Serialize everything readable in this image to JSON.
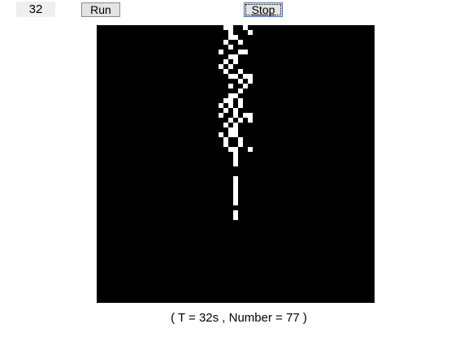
{
  "controls": {
    "counter_value": "32",
    "run_label": "Run",
    "stop_label": "Stop"
  },
  "simulation": {
    "grid_size": 57,
    "background_color": "#000000",
    "particle_color": "#ffffff",
    "particles": [
      [
        26,
        0
      ],
      [
        27,
        0
      ],
      [
        30,
        0
      ],
      [
        27,
        1
      ],
      [
        31,
        1
      ],
      [
        27,
        2
      ],
      [
        28,
        2
      ],
      [
        26,
        3
      ],
      [
        29,
        3
      ],
      [
        27,
        4
      ],
      [
        25,
        5
      ],
      [
        29,
        5
      ],
      [
        30,
        5
      ],
      [
        27,
        6
      ],
      [
        28,
        6
      ],
      [
        26,
        7
      ],
      [
        28,
        7
      ],
      [
        25,
        8
      ],
      [
        27,
        8
      ],
      [
        26,
        9
      ],
      [
        29,
        9
      ],
      [
        27,
        10
      ],
      [
        28,
        10
      ],
      [
        30,
        10
      ],
      [
        31,
        10
      ],
      [
        29,
        11
      ],
      [
        31,
        11
      ],
      [
        27,
        12
      ],
      [
        30,
        12
      ],
      [
        29,
        13
      ],
      [
        27,
        14
      ],
      [
        28,
        14
      ],
      [
        26,
        15
      ],
      [
        27,
        15
      ],
      [
        29,
        15
      ],
      [
        25,
        16
      ],
      [
        27,
        16
      ],
      [
        29,
        16
      ],
      [
        26,
        17
      ],
      [
        28,
        17
      ],
      [
        25,
        18
      ],
      [
        28,
        18
      ],
      [
        30,
        18
      ],
      [
        31,
        18
      ],
      [
        27,
        19
      ],
      [
        29,
        19
      ],
      [
        31,
        19
      ],
      [
        26,
        20
      ],
      [
        28,
        20
      ],
      [
        27,
        21
      ],
      [
        28,
        21
      ],
      [
        25,
        22
      ],
      [
        27,
        22
      ],
      [
        28,
        22
      ],
      [
        26,
        23
      ],
      [
        29,
        23
      ],
      [
        26,
        24
      ],
      [
        29,
        24
      ],
      [
        27,
        25
      ],
      [
        28,
        25
      ],
      [
        31,
        25
      ],
      [
        28,
        26
      ],
      [
        28,
        27
      ],
      [
        28,
        28
      ],
      [
        28,
        31
      ],
      [
        28,
        32
      ],
      [
        28,
        33
      ],
      [
        28,
        34
      ],
      [
        28,
        35
      ],
      [
        28,
        36
      ],
      [
        28,
        38
      ],
      [
        28,
        39
      ]
    ]
  },
  "status": {
    "text": "( T = 32s , Number = 77 )"
  }
}
